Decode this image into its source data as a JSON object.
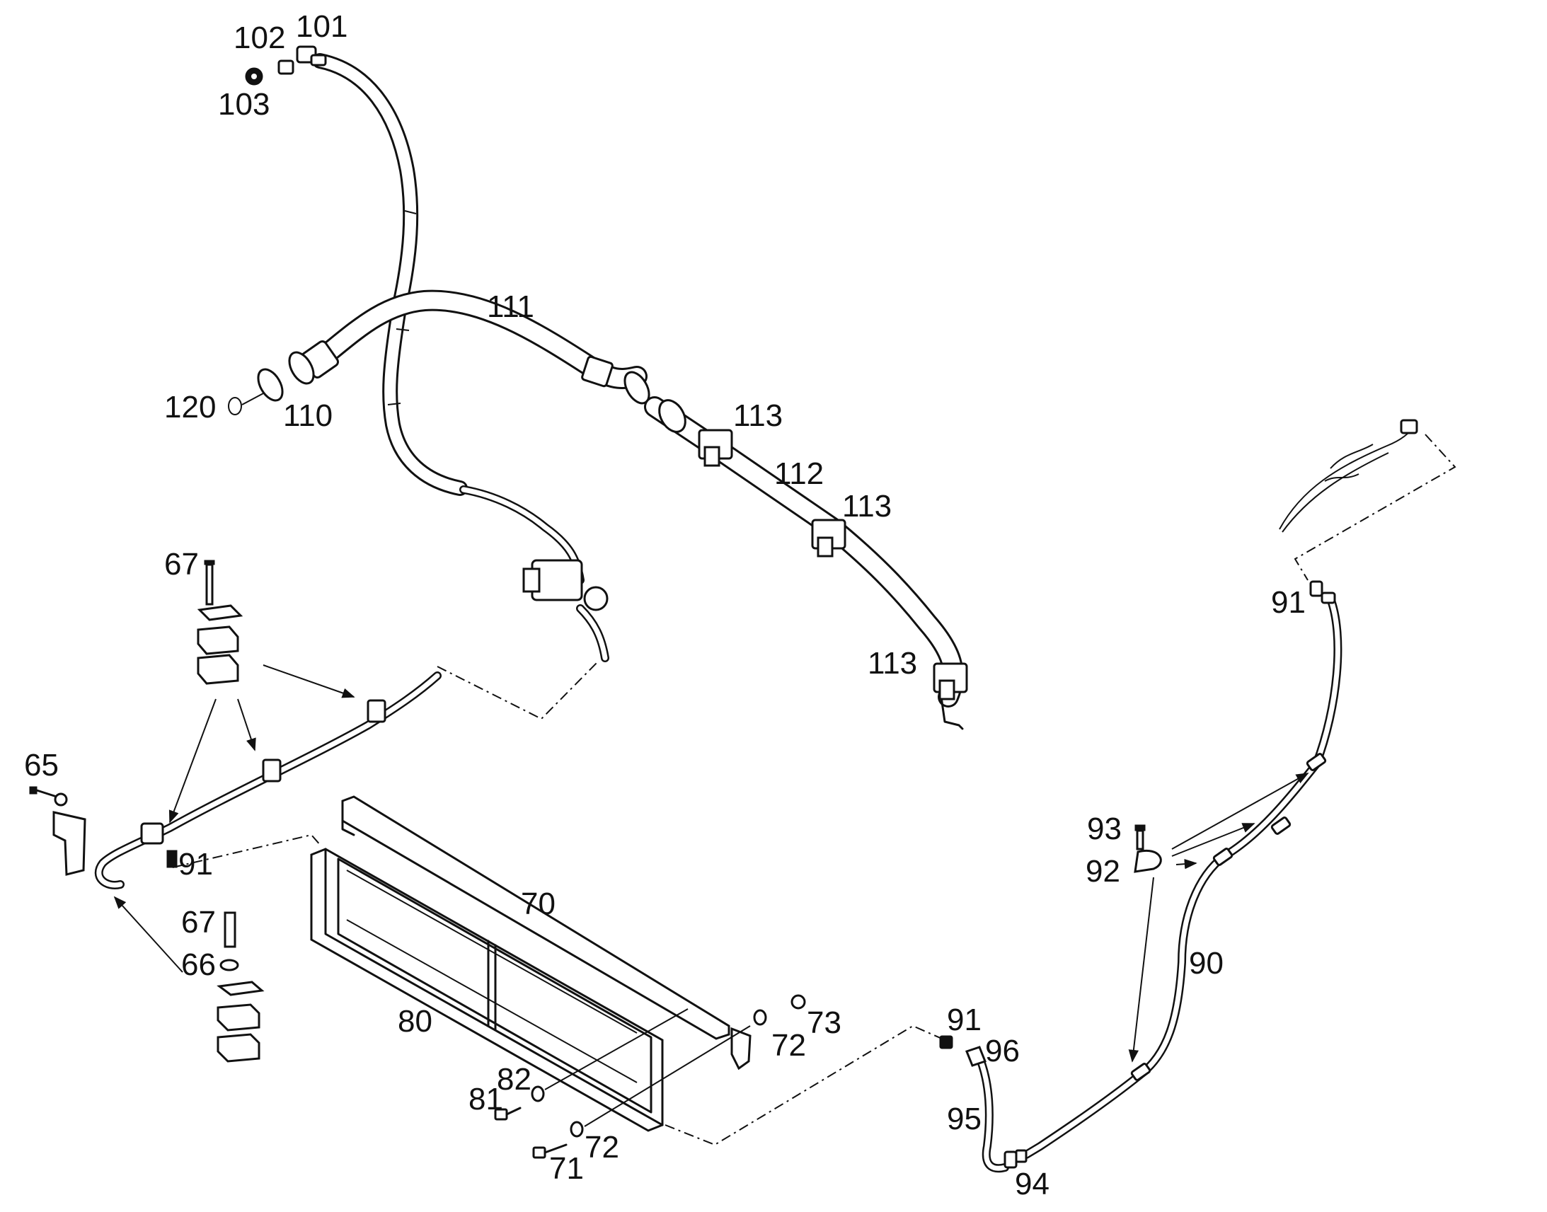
{
  "labels": {
    "p101": "101",
    "p102": "102",
    "p103": "103",
    "p111": "111",
    "p120": "120",
    "p110": "110",
    "p113a": "113",
    "p112": "112",
    "p113b": "113",
    "p113c": "113",
    "p67a": "67",
    "p65": "65",
    "p91a": "91",
    "p91b": "91",
    "p67b": "67",
    "p66": "66",
    "p70": "70",
    "p80": "80",
    "p73": "73",
    "p72a": "72",
    "p82": "82",
    "p81": "81",
    "p72b": "72",
    "p71": "71",
    "p93": "93",
    "p92": "92",
    "p90": "90",
    "p91c": "91",
    "p96": "96",
    "p95": "95",
    "p94": "94"
  }
}
